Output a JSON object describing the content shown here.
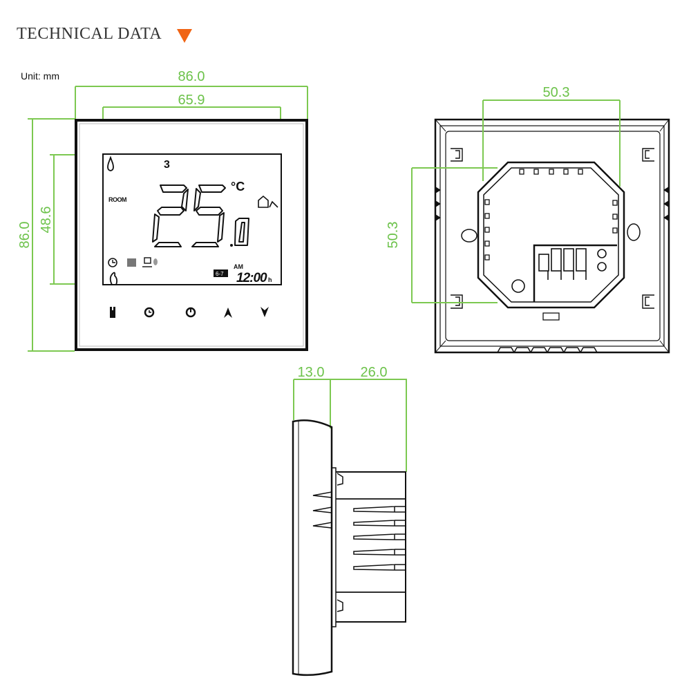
{
  "header": {
    "title": "TECHNICAL DATA",
    "unit": "Unit: mm"
  },
  "colors": {
    "accent": "#f06414",
    "dimension": "#6cc24a",
    "line": "#111111"
  },
  "front_view": {
    "width_total": "86.0",
    "width_screen": "65.9",
    "height_total": "86.0",
    "height_screen": "48.6",
    "lcd": {
      "level": "3",
      "room_label": "ROOM",
      "temperature_main": "25",
      "temperature_decimal": "0",
      "unit": "°C",
      "am_label": "AM",
      "clock": "12:00",
      "clock_suffix": "h",
      "day_label": "6-7"
    },
    "buttons": [
      "menu",
      "clock",
      "power",
      "up",
      "down"
    ]
  },
  "back_view": {
    "width": "50.3",
    "height": "50.3"
  },
  "side_view": {
    "front_depth": "13.0",
    "body_depth": "26.0"
  }
}
